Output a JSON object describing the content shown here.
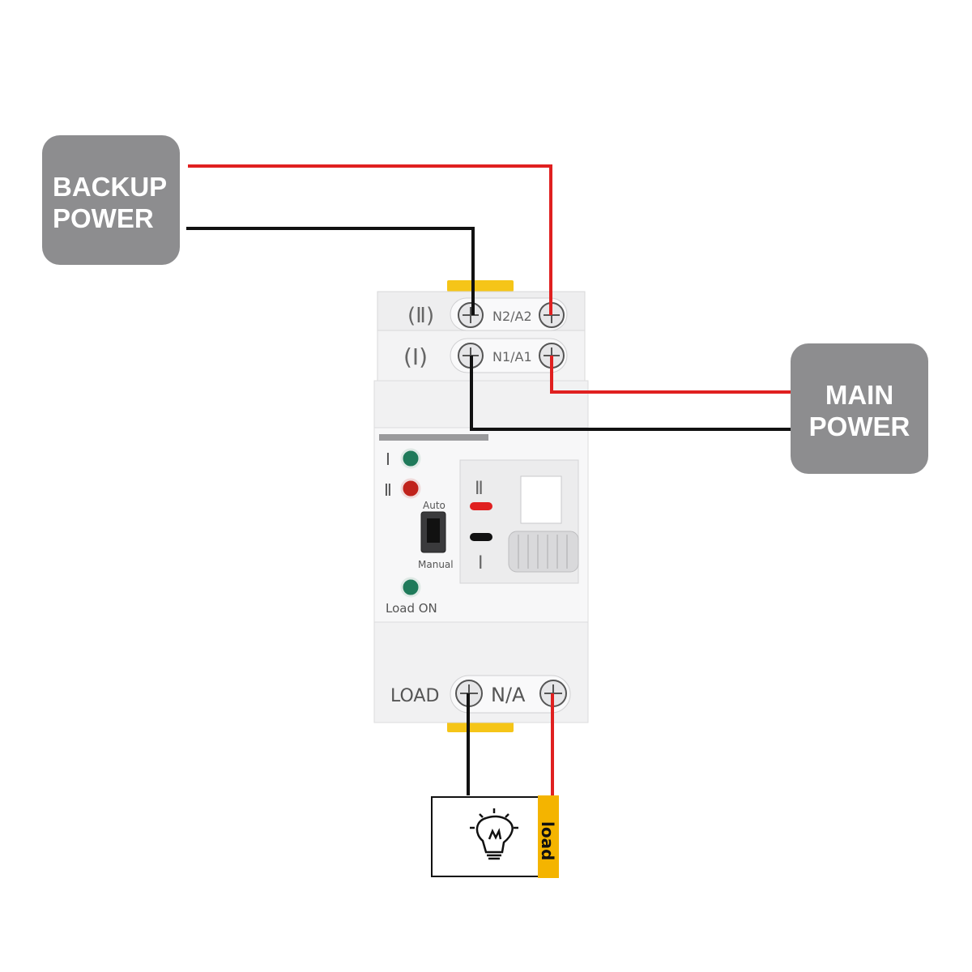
{
  "backup_power": {
    "line1": "BACKUP",
    "line2": "POWER"
  },
  "main_power": {
    "line1": "MAIN",
    "line2": "POWER"
  },
  "device": {
    "source2_label": "(Ⅱ)",
    "source2_terminal": "N2/A2",
    "source1_label": "(Ⅰ)",
    "source1_terminal": "N1/A1",
    "indicator1_label": "Ⅰ",
    "indicator2_label": "Ⅱ",
    "switch_top_label": "Auto",
    "switch_bottom_label": "Manual",
    "load_on_label": "Load ON",
    "handle_top_label": "Ⅱ",
    "handle_bottom_label": "Ⅰ",
    "load_label": "LOAD",
    "load_terminal": "N/A"
  },
  "load_box": {
    "tag": "load",
    "icon": "light-bulb-icon"
  },
  "colors": {
    "live": "#e02020",
    "neutral": "#111111",
    "box": "#8d8d8f",
    "rail_clip": "#f5c518",
    "led_green": "#1f7a5a",
    "led_red": "#c0221b",
    "tag": "#f4b400"
  }
}
